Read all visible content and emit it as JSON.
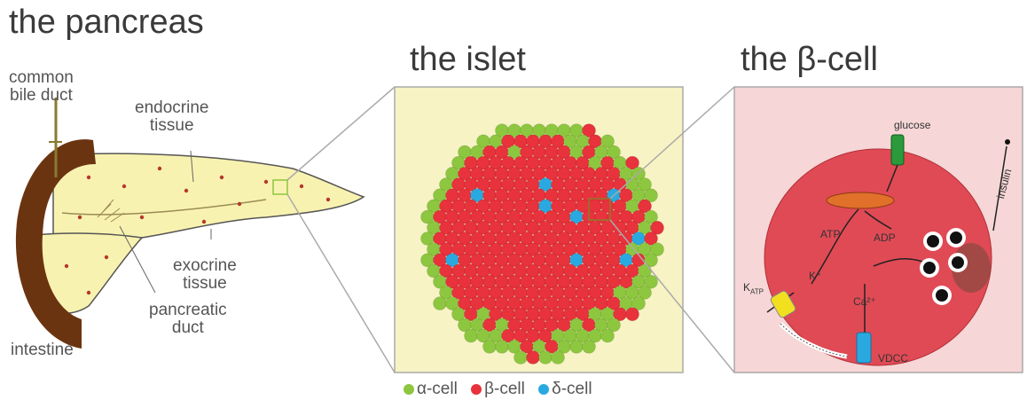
{
  "titles": {
    "pancreas": "the pancreas",
    "islet": "the islet",
    "beta_cell": "the β-cell"
  },
  "pancreas_labels": {
    "common_bile_duct": "common\nbile duct",
    "endocrine_tissue": "endocrine\ntissue",
    "exocrine_tissue": "exocrine\ntissue",
    "pancreatic_duct": "pancreatic\nduct",
    "intestine": "intestine"
  },
  "beta_labels": {
    "glucose": "glucose",
    "atp": "ATP",
    "adp": "ADP",
    "katp": "K",
    "katp_sub": "ATP",
    "k_plus": "K⁺",
    "ca": "Ca²⁺",
    "vdcc": "VDCC",
    "insulin": "insulin"
  },
  "legend": [
    {
      "label": "α-cell",
      "color": "#8dc63f"
    },
    {
      "label": "β-cell",
      "color": "#e8323c"
    },
    {
      "label": "δ-cell",
      "color": "#29a9e0"
    }
  ],
  "colors": {
    "pancreas_fill": "#f8f2b0",
    "intestine": "#6b3410",
    "islet_bg": "#f7f3c4",
    "beta_bg": "#f6d6d6",
    "beta_cell_fill": "#e04a55",
    "dots": "#b5372d"
  }
}
